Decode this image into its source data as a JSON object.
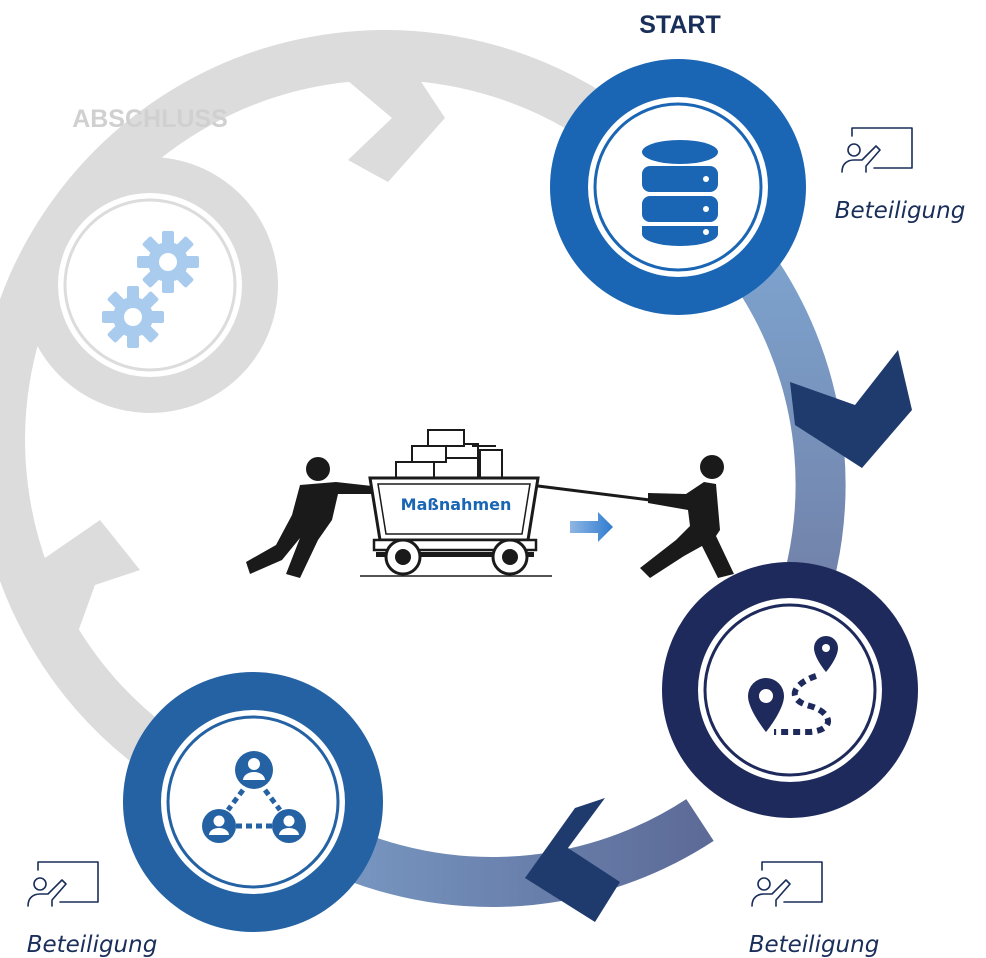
{
  "stages": {
    "start_label": "START",
    "end_label": "ABSCHLUSS"
  },
  "participation": {
    "right_top": "Beteiligung",
    "bottom_right": "Beteiligung",
    "bottom_left": "Beteiligung"
  },
  "center": {
    "cart_label": "Maßnahmen"
  },
  "colors": {
    "ring_gray": "#dcdcdc",
    "blue_primary": "#1a66b4",
    "blue_mid": "#2462a4",
    "navy": "#1f2a5c",
    "arrow_navy": "#1f3b6e",
    "gear_light": "#a9cbee",
    "text_navy": "#1a2e5a"
  },
  "icons": {
    "start": "database-icon",
    "step2": "route-map-pins-icon",
    "step3": "people-network-icon",
    "end": "gears-icon",
    "participation": "presentation-board-icon",
    "center": "tug-of-war-cart-icon"
  }
}
